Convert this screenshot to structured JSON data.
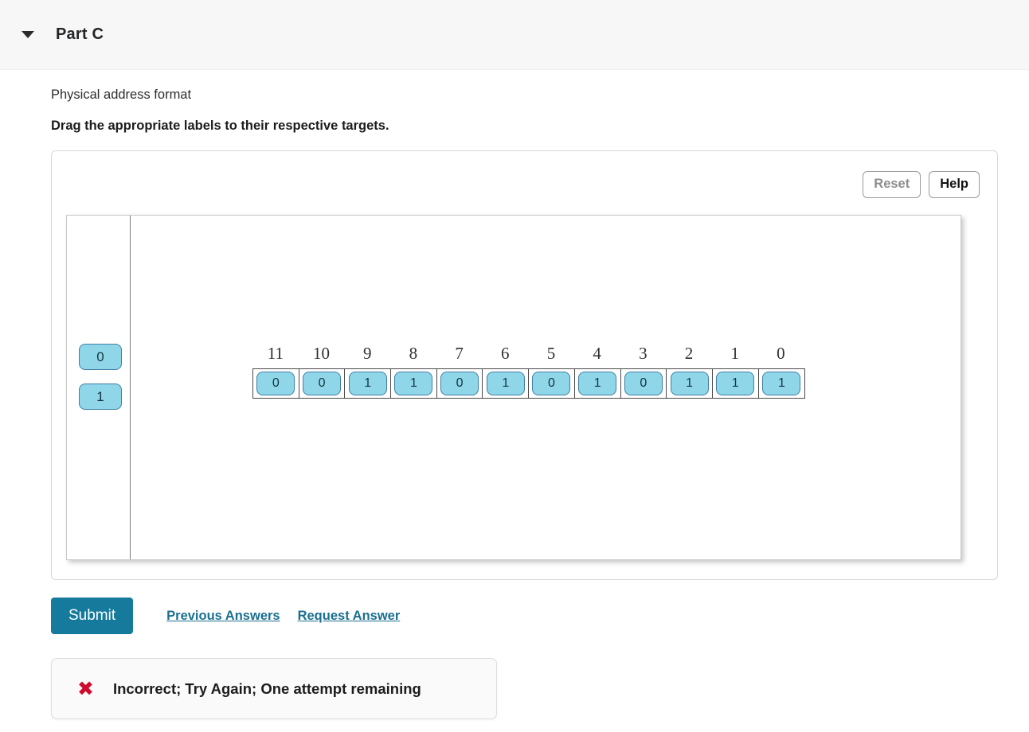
{
  "header": {
    "caret_icon": "chevron-down-icon",
    "title": "Part C"
  },
  "prompt": {
    "subtitle": "Physical address format",
    "instruction": "Drag the appropriate labels to their respective targets."
  },
  "toolbar": {
    "reset_label": "Reset",
    "help_label": "Help"
  },
  "drag_activity": {
    "label_bank": [
      {
        "value": "0"
      },
      {
        "value": "1"
      }
    ],
    "bit_numbers": [
      "11",
      "10",
      "9",
      "8",
      "7",
      "6",
      "5",
      "4",
      "3",
      "2",
      "1",
      "0"
    ],
    "bit_values": [
      "0",
      "0",
      "1",
      "1",
      "0",
      "1",
      "0",
      "1",
      "0",
      "1",
      "1",
      "1"
    ]
  },
  "actions": {
    "submit_label": "Submit",
    "previous_answers_label": "Previous Answers",
    "request_answer_label": "Request Answer"
  },
  "feedback": {
    "icon": "x-mark-icon",
    "icon_glyph": "✖",
    "message": "Incorrect; Try Again; One attempt remaining"
  },
  "colors": {
    "tile_fill": "#8fd6e9",
    "tile_border": "#3f7fa5",
    "submit": "#167a9c",
    "link": "#1a6f90",
    "error": "#cf0a2c",
    "header_bg": "#f7f7f8"
  }
}
